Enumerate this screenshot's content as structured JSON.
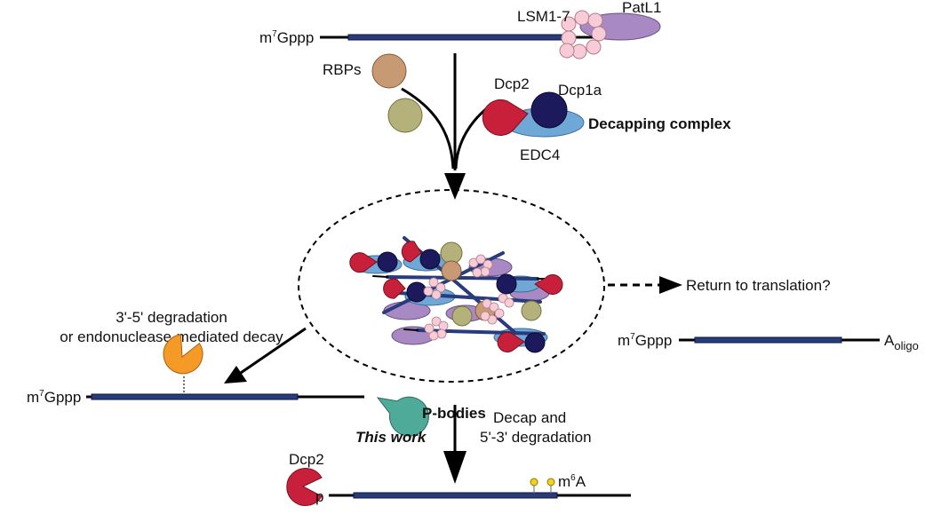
{
  "labels": {
    "cap": "m",
    "cap_sup": "7",
    "cap_rest": "Gppp",
    "lsm": "LSM1-7",
    "patl1": "PatL1",
    "rbps": "RBPs",
    "dcp2": "Dcp2",
    "dcp1a": "Dcp1a",
    "decapping_complex": "Decapping complex",
    "edc4": "EDC4",
    "return_translation": "Return to translation?",
    "degradation_line1": "3'-5' degradation",
    "degradation_line2": "or endonuclease-mediated decay",
    "pbodies": "P-bodies",
    "decap_line1": "Decap and",
    "decap_line2": "5'-3' degradation",
    "this_work": "This work",
    "dcp2_bottom": "Dcp2",
    "p_label": "p",
    "m6a_m": "m",
    "m6a_sup": "6",
    "m6a_rest": "A",
    "a_oligo_a": "A",
    "a_oligo_sub": "oligo"
  },
  "colors": {
    "mrna_body": "#283c7c",
    "dcp2": "#c8203a",
    "dcp1a": "#1c1a5c",
    "edc4": "#6fa7d6",
    "rbp_brown": "#c79a73",
    "rbp_olive": "#b4b27a",
    "lsm": "#f7ccd7",
    "patl1": "#a889c4",
    "nuclease_orange": "#f59a26",
    "nuclease_teal": "#4fab99",
    "m6a_dot": "#f3d21a"
  }
}
